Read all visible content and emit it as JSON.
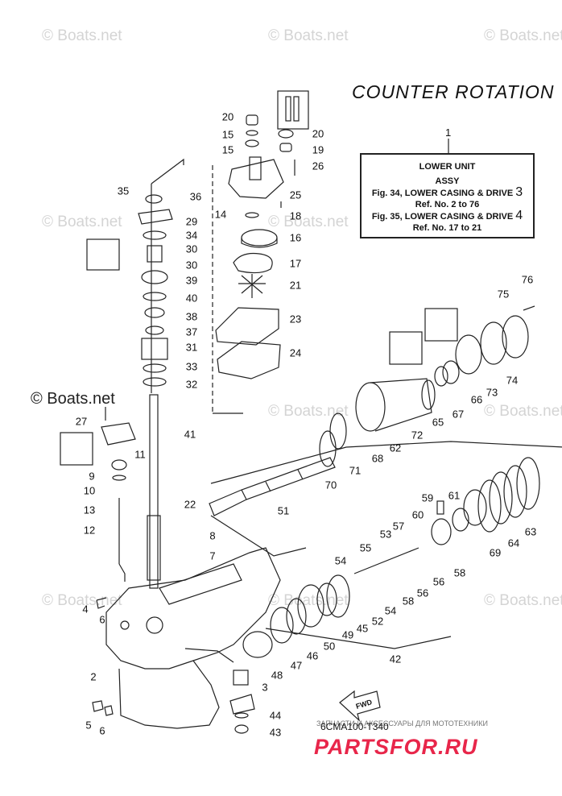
{
  "watermarks": [
    "© Boats.net",
    "© Boats.net",
    "© Boats.net",
    "© Boats.net",
    "© Boats.net",
    "© Boats.net",
    "© Boats.net",
    "© Boats.net",
    "© Boats.net",
    "© Boats.net",
    "© Boats.net"
  ],
  "watermark_dark": "© Boats.net",
  "title": "COUNTER ROTATION",
  "ref_number": "1",
  "assy_box": {
    "line1": "LOWER UNIT",
    "line2": "ASSY",
    "line3": "Fig. 34, LOWER CASING & DRIVE",
    "line3_num": "3",
    "line4": "Ref. No. 2 to 76",
    "line5": "Fig. 35, LOWER CASING & DRIVE",
    "line5_num": "4",
    "line6": "Ref. No. 17 to 21"
  },
  "part_labels": [
    "20",
    "15",
    "15",
    "20",
    "19",
    "26",
    "25",
    "35",
    "36",
    "14",
    "18",
    "29",
    "34",
    "16",
    "30",
    "30",
    "17",
    "39",
    "21",
    "40",
    "38",
    "37",
    "23",
    "31",
    "24",
    "33",
    "32",
    "76",
    "75",
    "74",
    "73",
    "66",
    "67",
    "65",
    "72",
    "62",
    "68",
    "71",
    "70",
    "27",
    "41",
    "11",
    "9",
    "10",
    "22",
    "13",
    "12",
    "51",
    "8",
    "7",
    "59",
    "61",
    "60",
    "53",
    "57",
    "58",
    "55",
    "56",
    "54",
    "56",
    "58",
    "54",
    "52",
    "45",
    "49",
    "50",
    "46",
    "47",
    "48",
    "3",
    "4",
    "6",
    "2",
    "42",
    "44",
    "43",
    "5",
    "6",
    "63",
    "64",
    "69"
  ],
  "code": "6CMA100-T340",
  "fwd": "FWD",
  "brand_top": "ЗАПЧАСТИ И АКСЕССУАРЫ ДЛЯ МОТОТЕХНИКИ",
  "brand": "PARTSFOR.RU"
}
